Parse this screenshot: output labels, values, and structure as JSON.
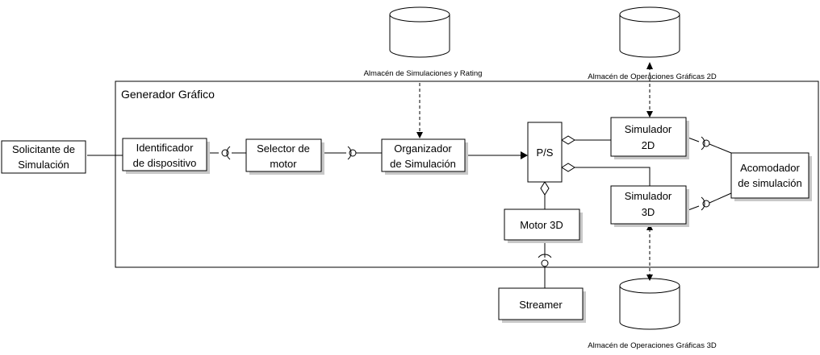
{
  "container": {
    "title": "Generador Gráfico"
  },
  "components": {
    "solicitante": [
      "Solicitante de",
      "Simulación"
    ],
    "identificador": [
      "Identificador",
      "de dispositivo"
    ],
    "selector": [
      "Selector de",
      "motor"
    ],
    "organizador": [
      "Organizador",
      "de Simulación"
    ],
    "ps": "P/S",
    "simulador2d": [
      "Simulador",
      "2D"
    ],
    "simulador3d": [
      "Simulador",
      "3D"
    ],
    "acomodador": [
      "Acomodador",
      "de simulación"
    ],
    "motor3d": "Motor 3D",
    "streamer": "Streamer"
  },
  "datastores": {
    "rating": "Almacén de Simulaciones y Rating",
    "graficas2d": "Almacén de Operaciones Gráficas 2D",
    "graficas3d": "Almacén de Operaciones Gráficas 3D"
  }
}
